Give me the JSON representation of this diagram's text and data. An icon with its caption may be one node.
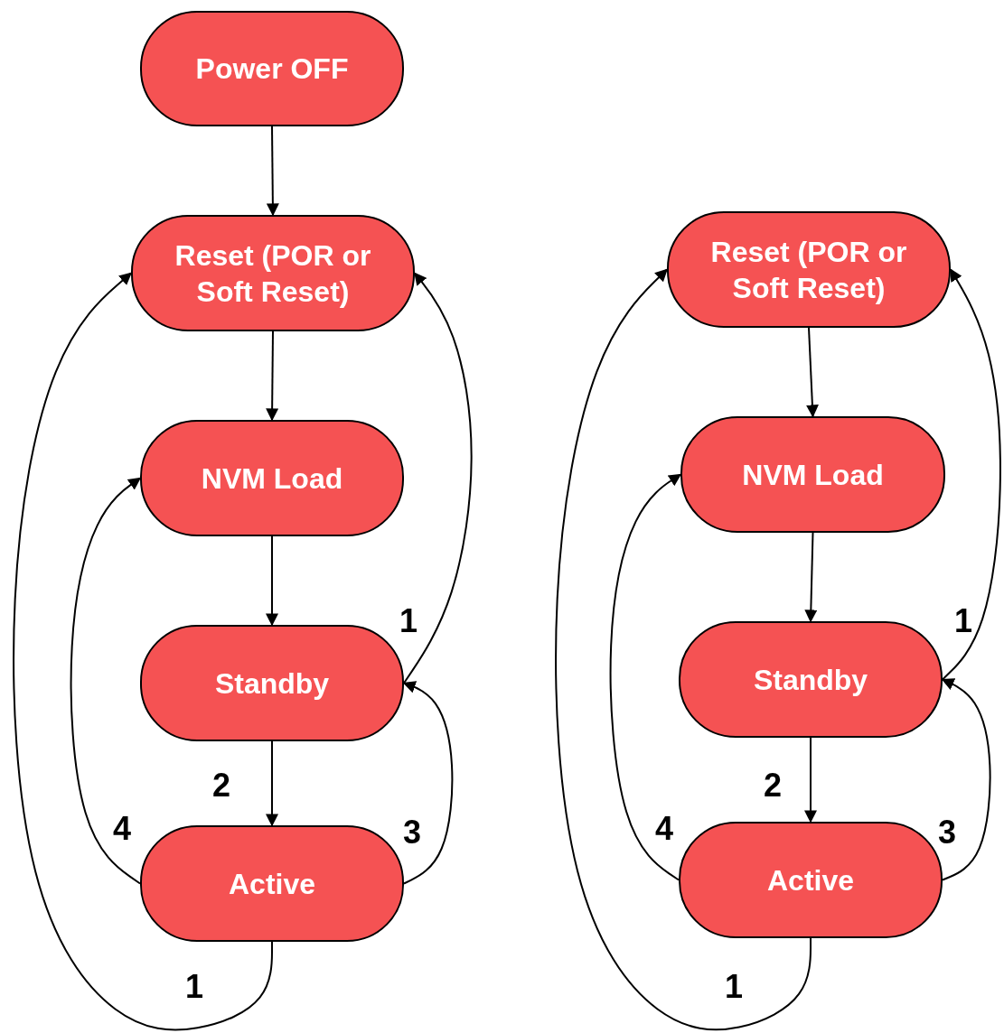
{
  "diagram": {
    "nodes": [
      {
        "text": [
          "Power OFF"
        ]
      },
      {
        "text": [
          "Reset (POR or Soft Reset)"
        ]
      },
      {
        "text": [
          "NVM Load"
        ]
      },
      {
        "text": [
          "Standby"
        ]
      },
      {
        "text": [
          "Active"
        ]
      },
      {
        "text": [
          "Reset (POR or Soft Reset)"
        ]
      },
      {
        "text": [
          "NVM Load"
        ]
      },
      {
        "text": [
          "Standby"
        ]
      },
      {
        "text": [
          "Active"
        ]
      }
    ],
    "edges": [
      {
        "from": 0,
        "to": 1,
        "arrow": "to"
      },
      {
        "from": 1,
        "to": 2,
        "arrow": "to"
      },
      {
        "from": 2,
        "to": 3,
        "arrow": "to"
      },
      {
        "from": 3,
        "to": 1,
        "arrow": "to",
        "label": "1"
      },
      {
        "from": 3,
        "to": 4,
        "arrow": "to",
        "label": "2"
      },
      {
        "from": 4,
        "to": 2,
        "arrow": "to",
        "label": "4"
      },
      {
        "from": 4,
        "to": 3,
        "arrow": "to",
        "label": "3"
      },
      {
        "from": 4,
        "to": 1,
        "arrow": "to",
        "label": "1"
      },
      {
        "from": 5,
        "to": 6,
        "arrow": "to"
      },
      {
        "from": 6,
        "to": 7,
        "arrow": "to"
      },
      {
        "from": 7,
        "to": 5,
        "arrow": "to",
        "label": "1"
      },
      {
        "from": 7,
        "to": 8,
        "arrow": "to",
        "label": "2"
      },
      {
        "from": 8,
        "to": 6,
        "arrow": "to",
        "label": "4"
      },
      {
        "from": 8,
        "to": 7,
        "arrow": "to",
        "label": "3"
      },
      {
        "from": 8,
        "to": 5,
        "arrow": "to",
        "label": "1"
      }
    ]
  }
}
